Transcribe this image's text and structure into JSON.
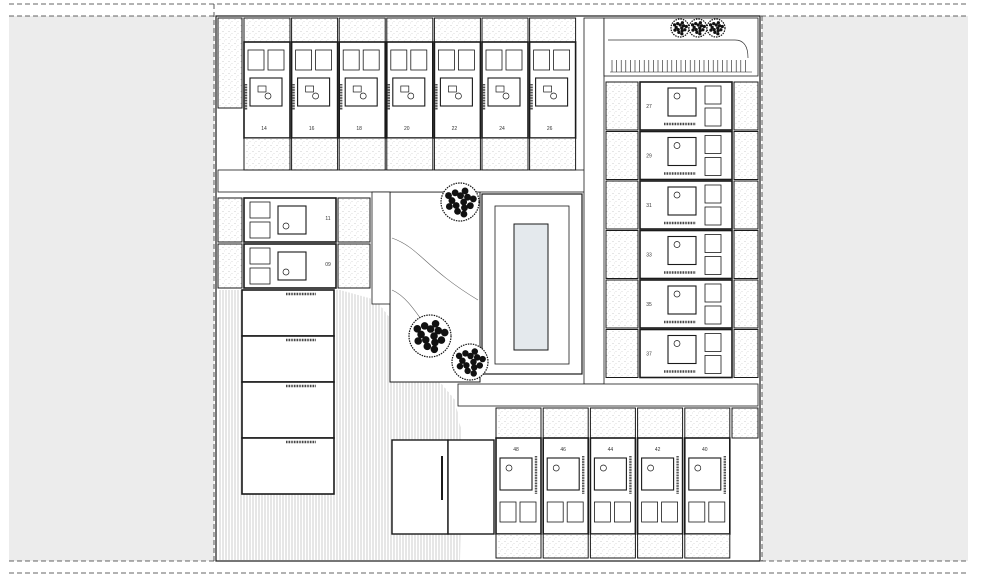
{
  "plan": {
    "colors": {
      "background": "#ffffff",
      "margin_fill": "#ececec",
      "line": "#1a1a1a",
      "stipple": "#b5b5b5",
      "hatch": "#9a9a9a",
      "pool_water": "#e4e9ed",
      "tree": "#111111"
    },
    "unit_labels": {
      "top_row": [
        "14",
        "16",
        "18",
        "20",
        "22",
        "24",
        "26"
      ],
      "right_column": [
        "27",
        "29",
        "31",
        "33",
        "35",
        "37"
      ],
      "left_block": [
        "11",
        "09"
      ],
      "bottom_row": [
        "48",
        "46",
        "44",
        "42",
        "40"
      ]
    }
  }
}
